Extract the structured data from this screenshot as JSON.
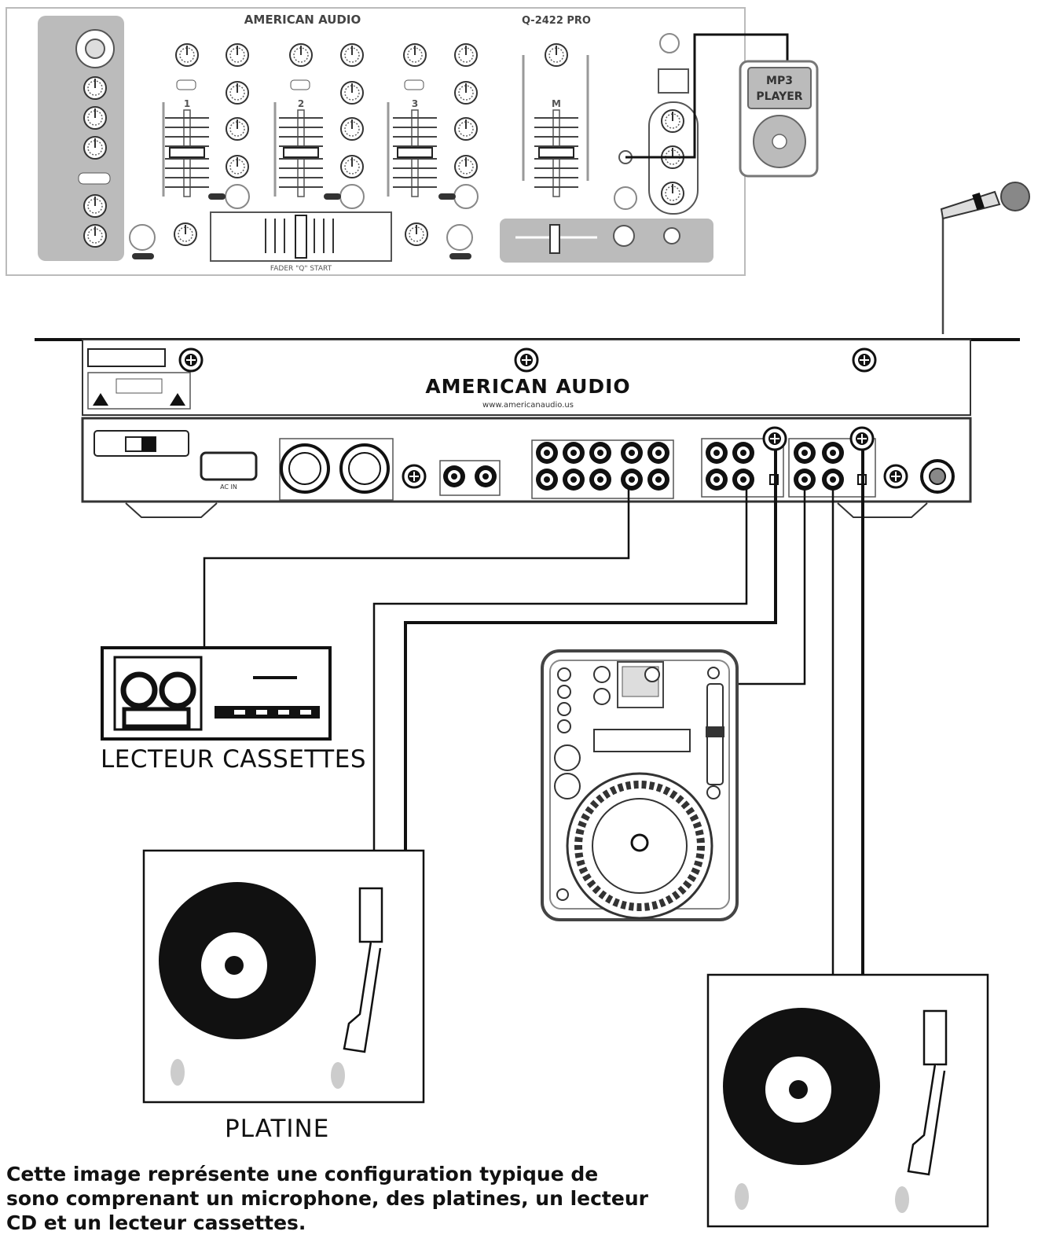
{
  "mixer_top": {
    "brand": "AMERICAN AUDIO",
    "model": "Q-2422 PRO",
    "channel_numbers": [
      "1",
      "2",
      "3",
      "M"
    ],
    "fader_start_label": "FADER \"Q\" START"
  },
  "mp3_player": {
    "label_line1": "MP3",
    "label_line2": "PLAYER"
  },
  "mixer_rear": {
    "brand": "AMERICAN AUDIO",
    "url": "www.americanaudio.us",
    "ac_label": "AC IN"
  },
  "labels": {
    "cassette": "LECTEUR CASSETTES",
    "turntable": "PLATINE"
  },
  "caption": "Cette image représente une configuration typique de sono comprenant un microphone, des platines, un lecteur CD et un lecteur cassettes."
}
